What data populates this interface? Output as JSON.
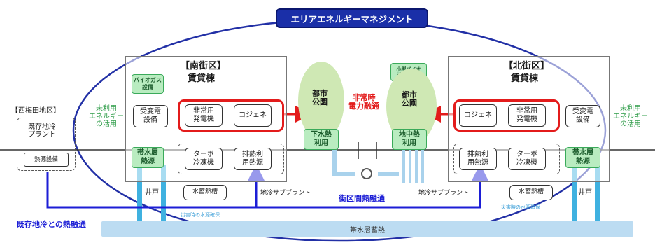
{
  "title": "エリアエネルギーマネジメント",
  "south": {
    "heading": "【南街区】",
    "subheading": "賃貸棟",
    "biogas": "バイオガス\n設備",
    "substation": "受変電\n設備",
    "emergency_gen": "非常用\n発電機",
    "cogen": "コジェネ",
    "turbo": "ターボ\n冷凍機",
    "exhaust_heat": "排熱利\n用熱源",
    "aquifer_source": "帯水層\n熱源",
    "well": "井戸",
    "storage_tank": "水蓄熱槽",
    "subplant": "地冷サブプラント",
    "disaster_water": "災害時の水源確保"
  },
  "north": {
    "heading": "【北街区】",
    "subheading": "賃貸棟",
    "biodiesel": "小型バイオ\nディーゼル",
    "substation": "受変電\n設備",
    "emergency_gen": "非常用\n発電機",
    "cogen": "コジェネ",
    "turbo": "ターボ\n冷凍機",
    "exhaust_heat": "排熱利\n用熱源",
    "aquifer_source": "帯水層\n熱源",
    "well": "井戸",
    "storage_tank": "水蓄熱槽",
    "subplant": "地冷サブプラント",
    "disaster_water": "災害時の水源確保"
  },
  "park_left": "都市\n公園",
  "park_right": "都市\n公園",
  "sewage_heat": "下水熱\n利用",
  "ground_heat": "地中熱\n利用",
  "emergency_power": "非常時\n電力融通",
  "block_heat": "街区間熱融通",
  "aquifer_storage": "帯水層蓄熱",
  "unused_energy_left": "未利用\nエネルギー\nの活用",
  "unused_energy_right": "未利用\nエネルギー\nの活用",
  "west": {
    "heading": "【西梅田地区】",
    "existing_plant": "既存地冷\nプラント",
    "heat_source": "熱源設備"
  },
  "existing_link": "既存地冷との熱融通",
  "colors": {
    "title_fill": "#1a2fa8",
    "arrow_blue": "#1c1ed6",
    "pipe_cyan": "#3fb1e0",
    "red": "#e31b1b",
    "green_fill": "#b9ecc0",
    "aquifer": "#bcdcf2"
  }
}
